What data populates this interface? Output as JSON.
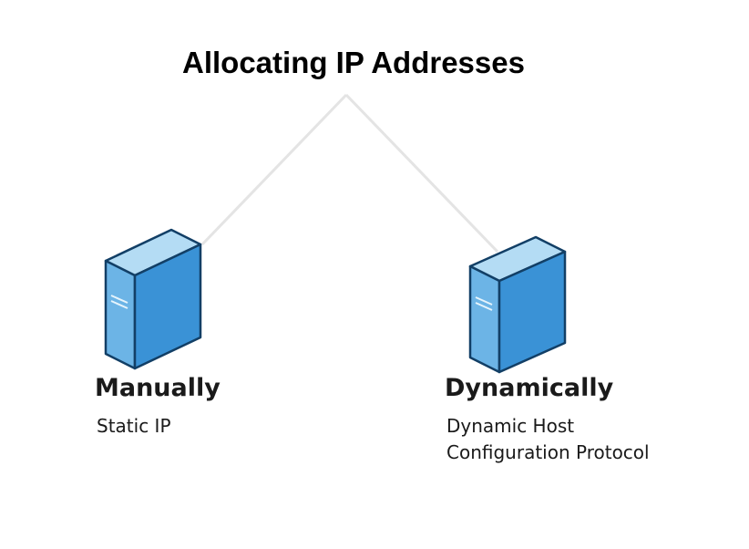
{
  "title": "Allocating IP Addresses",
  "nodes": [
    {
      "label": "Manually",
      "sublines": [
        "Static IP"
      ],
      "icon": "server-icon"
    },
    {
      "label": "Dynamically",
      "sublines": [
        "Dynamic Host",
        "Configuration Protocol"
      ],
      "icon": "server-icon"
    }
  ],
  "colors": {
    "connector": "#e4e4e4",
    "server_top": "#b4dcf4",
    "server_front": "#3a92d6",
    "server_side": "#6cb4e6",
    "server_outline": "#123f66"
  }
}
